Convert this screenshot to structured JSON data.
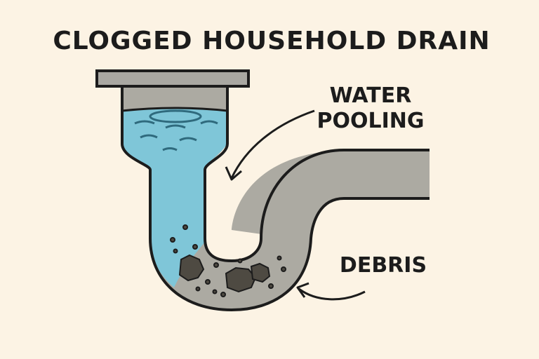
{
  "title": "CLOGGED HOUSEHOLD DRAIN",
  "labels": {
    "water_line1": "WATER",
    "water_line2": "POOLING",
    "debris": "DEBRIS"
  },
  "colors": {
    "background": "#fcf3e4",
    "water": "#7fc6d8",
    "pipe": "#acaaa2",
    "cap": "#a9a8a2",
    "debris": "#4e4a42",
    "outline": "#1c1c1c"
  }
}
